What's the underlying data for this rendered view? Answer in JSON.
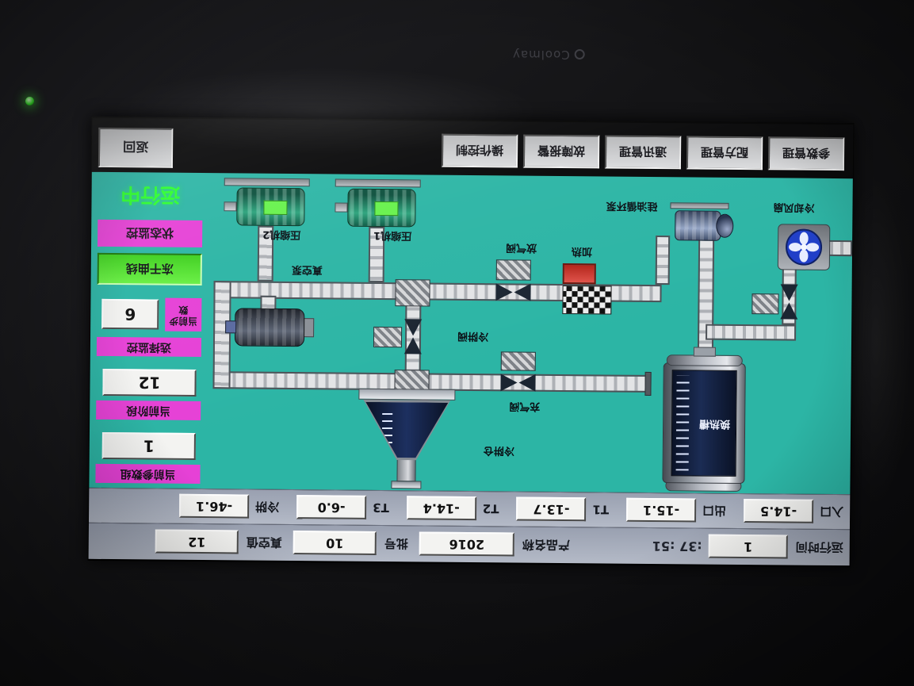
{
  "device": {
    "brand": "Coolmay",
    "power_led": "on"
  },
  "info_bar": {
    "runtime_label": "运行时间",
    "runtime_hours": "1",
    "runtime_min_sec": ":37 :51",
    "product_label": "产品名称",
    "product_value": "2016",
    "batch_label": "批号",
    "batch_value": "10",
    "vacuum_label": "真空值",
    "vacuum_value": "12"
  },
  "sensor_bar": {
    "items": [
      {
        "label": "入口",
        "value": "-14.5"
      },
      {
        "label": "出口",
        "value": "-15.1"
      },
      {
        "label": "T1",
        "value": "-13.7"
      },
      {
        "label": "T2",
        "value": "-14.4"
      },
      {
        "label": "T3",
        "value": "-6.0"
      },
      {
        "label": "冷阱",
        "value": "-46.1"
      }
    ]
  },
  "status_panel": {
    "param_group_label": "当前参数组",
    "param_group_value": "1",
    "stage_label": "当前阶段",
    "stage_value": "12",
    "monitor_select_label": "选择监控",
    "step_label": "当前步数",
    "step_value": "6",
    "curve_button": "冻干曲线",
    "status_monitor_button": "状态监控",
    "running_status": "运行中"
  },
  "diagram": {
    "compressor1": "压缩机1",
    "compressor2": "压缩机2",
    "vacuum_pump": "真空泵",
    "oil_pump": "硅油循环泵",
    "cooling_fan": "冷却风扇",
    "heater": "加热",
    "vent_valve": "放气阀",
    "fill_valve": "充气阀",
    "cold_trap_valve": "冷阱阀",
    "cold_trap_chamber": "冷阱仓",
    "heat_exchange_tank": "换热槽"
  },
  "menu": {
    "buttons": [
      "参数管理",
      "配方管理",
      "通讯管理",
      "故障报警",
      "操作控制"
    ],
    "back": "返回"
  },
  "colors": {
    "teal_bg": "#2cb5a5",
    "bar_bg": "#a2a8b6",
    "magenta": "#e641d6",
    "green_button": "#52e42e",
    "running_green": "#2dff2d"
  }
}
